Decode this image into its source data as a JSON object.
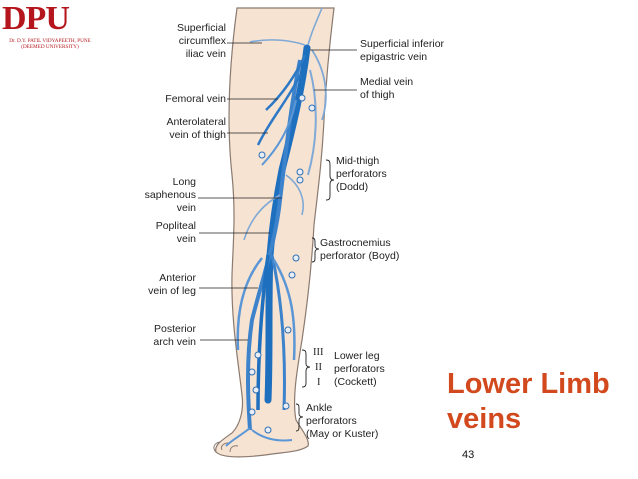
{
  "logo": {
    "text": "DPU",
    "subtitle_1": "Dr. D.Y. PATIL VIDYAPEETH, PUNE",
    "subtitle_2": "(DEEMED UNIVERSITY)"
  },
  "labels": {
    "superficial_circumflex": "Superficial\ncircumflex\niliac vein",
    "femoral": "Femoral vein",
    "anterolateral": "Anterolateral\nvein of thigh",
    "long_saphenous": "Long\nsaphenous\nvein",
    "popliteal": "Popliteal\nvein",
    "anterior_leg": "Anterior\nvein of leg",
    "posterior_arch": "Posterior\narch vein",
    "superficial_inferior": "Superficial inferior\nepigastric vein",
    "medial_thigh": "Medial vein\nof thigh",
    "mid_thigh": "Mid-thigh\nperforators\n(Dodd)",
    "gastrocnemius": "Gastrocnemius\nperforator (Boyd)",
    "lower_leg": "Lower leg\nperforators\n(Cockett)",
    "ankle": "Ankle\nperforators\n(May or Kuster)"
  },
  "roman": [
    "III",
    "II",
    "I"
  ],
  "title": "Lower Limb\nveins",
  "page_number": "43",
  "colors": {
    "skin": "#f7e3d2",
    "outline": "#8a7a70",
    "vein_deep": "#1f6fbf",
    "vein_light": "#7fa9d6",
    "title": "#d2491e",
    "logo": "#b5161d"
  }
}
